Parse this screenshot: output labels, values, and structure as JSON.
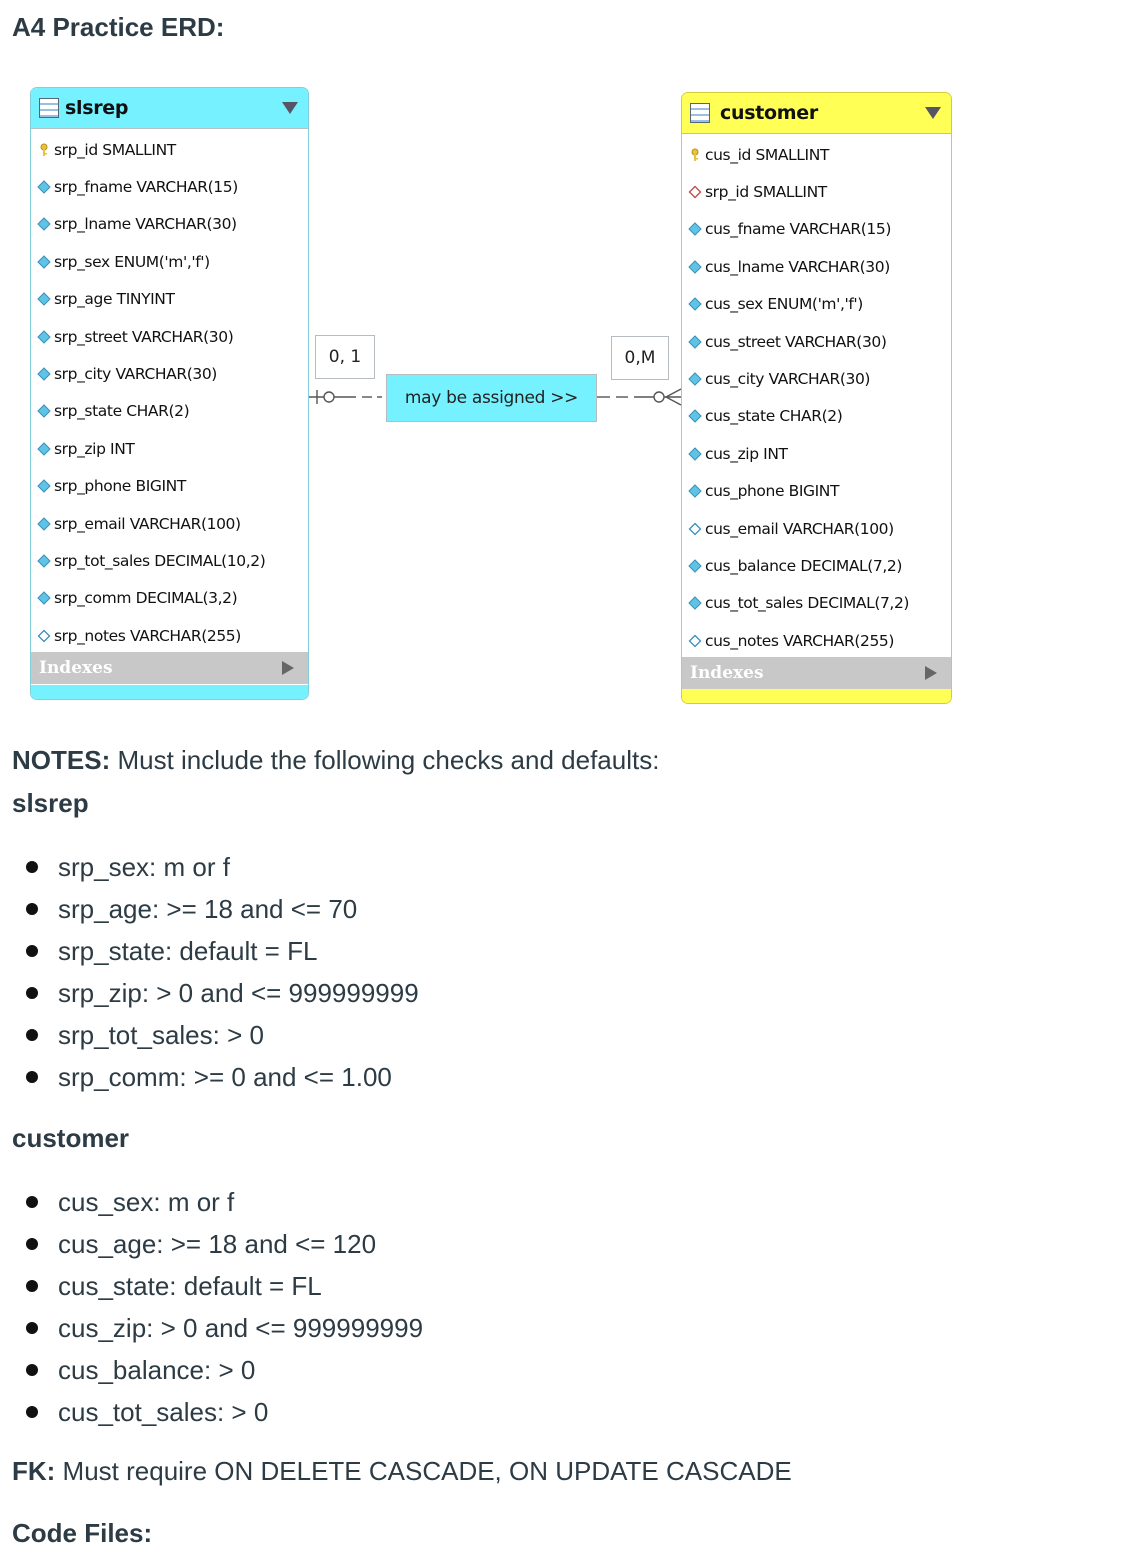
{
  "page_title": "A4 Practice ERD:",
  "erd": {
    "slsrep": {
      "name": "slsrep",
      "columns": [
        {
          "text": "srp_id SMALLINT",
          "icon": "key-icon"
        },
        {
          "text": "srp_fname VARCHAR(15)",
          "icon": "column-filled-diamond-icon"
        },
        {
          "text": "srp_lname VARCHAR(30)",
          "icon": "column-filled-diamond-icon"
        },
        {
          "text": "srp_sex ENUM('m','f')",
          "icon": "column-filled-diamond-icon"
        },
        {
          "text": "srp_age TINYINT",
          "icon": "column-filled-diamond-icon"
        },
        {
          "text": "srp_street VARCHAR(30)",
          "icon": "column-filled-diamond-icon"
        },
        {
          "text": "srp_city VARCHAR(30)",
          "icon": "column-filled-diamond-icon"
        },
        {
          "text": "srp_state CHAR(2)",
          "icon": "column-filled-diamond-icon"
        },
        {
          "text": "srp_zip INT",
          "icon": "column-filled-diamond-icon"
        },
        {
          "text": "srp_phone BIGINT",
          "icon": "column-filled-diamond-icon"
        },
        {
          "text": "srp_email VARCHAR(100)",
          "icon": "column-filled-diamond-icon"
        },
        {
          "text": "srp_tot_sales DECIMAL(10,2)",
          "icon": "column-filled-diamond-icon"
        },
        {
          "text": "srp_comm DECIMAL(3,2)",
          "icon": "column-filled-diamond-icon"
        },
        {
          "text": "srp_notes VARCHAR(255)",
          "icon": "column-hollow-diamond-icon"
        }
      ],
      "indexes_label": "Indexes",
      "color": "#76f1ff"
    },
    "customer": {
      "name": "customer",
      "columns": [
        {
          "text": "cus_id SMALLINT",
          "icon": "key-icon"
        },
        {
          "text": "srp_id SMALLINT",
          "icon": "foreign-key-diamond-icon"
        },
        {
          "text": "cus_fname VARCHAR(15)",
          "icon": "column-filled-diamond-icon"
        },
        {
          "text": "cus_lname VARCHAR(30)",
          "icon": "column-filled-diamond-icon"
        },
        {
          "text": "cus_sex ENUM('m','f')",
          "icon": "column-filled-diamond-icon"
        },
        {
          "text": "cus_street VARCHAR(30)",
          "icon": "column-filled-diamond-icon"
        },
        {
          "text": "cus_city VARCHAR(30)",
          "icon": "column-filled-diamond-icon"
        },
        {
          "text": "cus_state CHAR(2)",
          "icon": "column-filled-diamond-icon"
        },
        {
          "text": "cus_zip INT",
          "icon": "column-filled-diamond-icon"
        },
        {
          "text": "cus_phone BIGINT",
          "icon": "column-filled-diamond-icon"
        },
        {
          "text": "cus_email VARCHAR(100)",
          "icon": "column-hollow-diamond-icon"
        },
        {
          "text": "cus_balance DECIMAL(7,2)",
          "icon": "column-filled-diamond-icon"
        },
        {
          "text": "cus_tot_sales DECIMAL(7,2)",
          "icon": "column-filled-diamond-icon"
        },
        {
          "text": "cus_notes VARCHAR(255)",
          "icon": "column-hollow-diamond-icon"
        }
      ],
      "indexes_label": "Indexes",
      "color": "#ffff55"
    },
    "relationship": {
      "label": "may be assigned >>",
      "left_cardinality": "0, 1",
      "right_cardinality": "0,M",
      "color": "#76f1ff"
    }
  },
  "notes": {
    "heading_bold": "NOTES:",
    "heading_text": " Must include the following checks and defaults:",
    "sections": [
      {
        "title": "slsrep",
        "items": [
          "srp_sex: m or f",
          "srp_age: >= 18 and <= 70",
          "srp_state: default = FL",
          "srp_zip: > 0 and <= 999999999",
          "srp_tot_sales: > 0",
          "srp_comm: >= 0 and <= 1.00"
        ]
      },
      {
        "title": "customer",
        "items": [
          "cus_sex: m or f",
          "cus_age: >= 18 and <= 120",
          "cus_state: default = FL",
          "cus_zip: > 0 and <= 999999999",
          "cus_balance: > 0",
          "cus_tot_sales: > 0"
        ]
      }
    ]
  },
  "fk": {
    "bold": "FK:",
    "text": " Must require ON DELETE CASCADE, ON UPDATE CASCADE"
  },
  "code_files_title": "Code Files:"
}
